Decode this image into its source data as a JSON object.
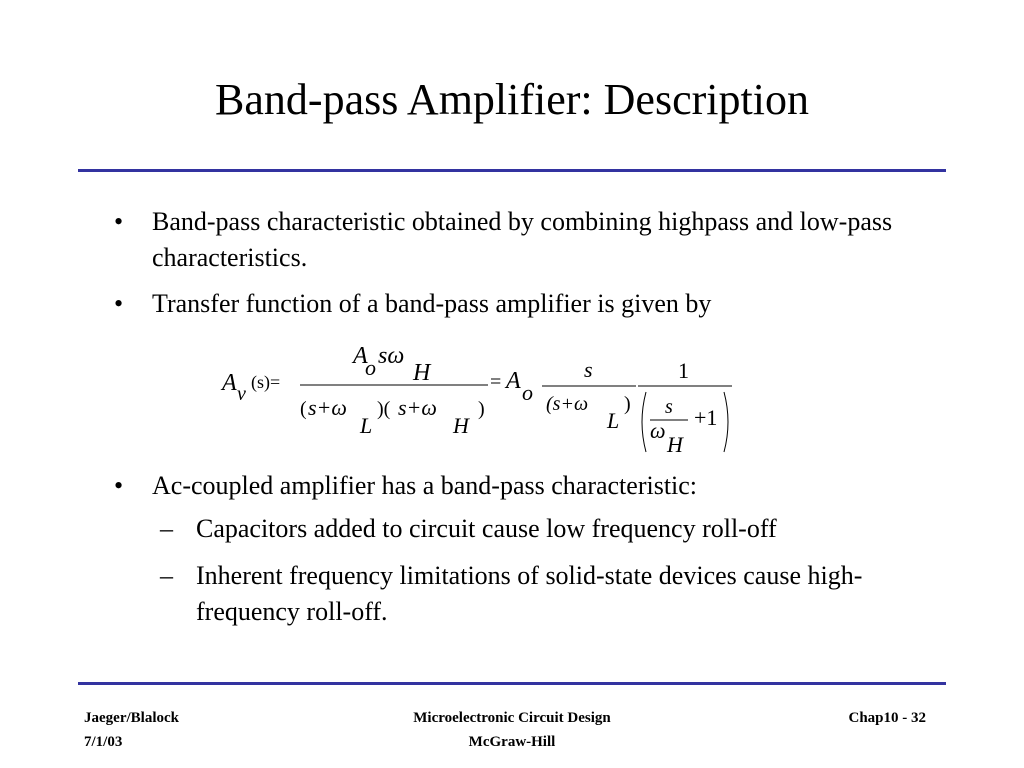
{
  "slide": {
    "title": "Band-pass Amplifier: Description"
  },
  "bullets": [
    {
      "marker": "•",
      "text": "Band-pass characteristic obtained by combining highpass and low-pass characteristics."
    },
    {
      "marker": "•",
      "text": "Transfer function of a band-pass amplifier is given by"
    },
    {
      "marker": "•",
      "text": "Ac-coupled amplifier has a  band-pass characteristic:"
    }
  ],
  "subbullets": [
    {
      "marker": "–",
      "text": "Capacitors added to circuit cause low frequency roll-off"
    },
    {
      "marker": "–",
      "text": "Inherent frequency limitations of solid-state devices cause high-frequency roll-off."
    }
  ],
  "equation": {
    "lhs_A": "A",
    "lhs_sub": "v",
    "lhs_arg": "(s)=",
    "num1_A": "A",
    "num1_sub_o": "o",
    "num1_s_omega": "sω",
    "num1_H": "H",
    "den1_open": "(",
    "den1_s_plus_omega": "s+ω",
    "den1_L": "L",
    "den1_mid": ")(",
    "den1_s_plus_omega2": "s+ω",
    "den1_H": "H",
    "den1_close": ")",
    "eq2": "=",
    "rhs_A": "A",
    "rhs_sub_o": "o",
    "frac2_num": "s",
    "frac2_den": "(s+ω",
    "frac2_den_L": "L",
    "frac2_den_close": ")",
    "frac3_num": "1",
    "inner_s": "s",
    "inner_omega": "ω",
    "inner_H": "H",
    "inner_plus1": "+1"
  },
  "footer": {
    "left_line1": "Jaeger/Blalock",
    "left_line2": "7/1/03",
    "center_line1": "Microelectronic Circuit Design",
    "center_line2": "McGraw-Hill",
    "right": "Chap10 - 32"
  },
  "colors": {
    "rule": "#3333a0",
    "background": "#ffffff",
    "text": "#000000"
  }
}
